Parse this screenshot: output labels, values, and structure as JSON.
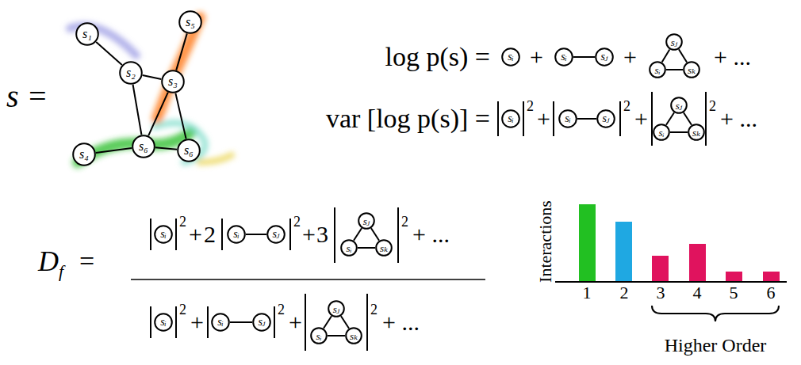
{
  "diagram": {
    "nodes": [
      {
        "text": [
          "s₁"
        ]
      },
      {
        "text": [
          "s₅"
        ]
      },
      {
        "text": [
          "s₂"
        ]
      },
      {
        "text": [
          "s₃"
        ]
      },
      {
        "text": [
          "s₄"
        ]
      },
      {
        "text": [
          "s₆"
        ]
      },
      {
        "text": [
          "s₆"
        ]
      },
      {
        "text": [
          "sᵢ"
        ]
      },
      {
        "text": [
          "sᵢ"
        ]
      },
      {
        "text": [
          "sⱼ"
        ]
      },
      {
        "text": [
          "sⱼ"
        ]
      },
      {
        "text": [
          "sᵢ"
        ]
      },
      {
        "text": [
          "sₖ"
        ]
      },
      {
        "text": [
          "sᵢ"
        ]
      },
      {
        "text": [
          "sᵢ"
        ]
      },
      {
        "text": [
          "sⱼ"
        ]
      },
      {
        "text": [
          "sⱼ"
        ]
      },
      {
        "text": [
          "sᵢ"
        ]
      },
      {
        "text": [
          "sₖ"
        ]
      },
      {
        "text": [
          "sᵢ"
        ]
      },
      {
        "text": [
          "sᵢ"
        ]
      },
      {
        "text": [
          "sⱼ"
        ]
      },
      {
        "text": [
          "sⱼ"
        ]
      },
      {
        "text": [
          "sᵢ"
        ]
      },
      {
        "text": [
          "sₖ"
        ]
      },
      {
        "text": [
          "sᵢ"
        ]
      },
      {
        "text": [
          "sᵢ"
        ]
      },
      {
        "text": [
          "sⱼ"
        ]
      },
      {
        "text": [
          "sⱼ"
        ]
      },
      {
        "text": [
          "sᵢ"
        ]
      },
      {
        "text": [
          "sₖ"
        ]
      }
    ],
    "edges": [
      {
        "from": 0,
        "to": 2,
        "arrow": "none"
      },
      {
        "from": 2,
        "to": 3,
        "arrow": "none"
      },
      {
        "from": 3,
        "to": 1,
        "arrow": "none"
      },
      {
        "from": 2,
        "to": 5,
        "arrow": "none"
      },
      {
        "from": 3,
        "to": 5,
        "arrow": "none"
      },
      {
        "from": 3,
        "to": 6,
        "arrow": "none"
      },
      {
        "from": 4,
        "to": 5,
        "arrow": "none"
      },
      {
        "from": 5,
        "to": 6,
        "arrow": "none"
      },
      {
        "from": 8,
        "to": 9,
        "arrow": "none"
      },
      {
        "from": 10,
        "to": 11,
        "arrow": "none"
      },
      {
        "from": 10,
        "to": 12,
        "arrow": "none"
      },
      {
        "from": 11,
        "to": 12,
        "arrow": "none"
      },
      {
        "from": 14,
        "to": 15,
        "arrow": "none"
      },
      {
        "from": 16,
        "to": 17,
        "arrow": "none"
      },
      {
        "from": 16,
        "to": 18,
        "arrow": "none"
      },
      {
        "from": 17,
        "to": 18,
        "arrow": "none"
      },
      {
        "from": 20,
        "to": 21,
        "arrow": "none"
      },
      {
        "from": 22,
        "to": 23,
        "arrow": "none"
      },
      {
        "from": 22,
        "to": 24,
        "arrow": "none"
      },
      {
        "from": 23,
        "to": 24,
        "arrow": "none"
      },
      {
        "from": 26,
        "to": 27,
        "arrow": "none"
      },
      {
        "from": 28,
        "to": 29,
        "arrow": "none"
      },
      {
        "from": 28,
        "to": 30,
        "arrow": "none"
      },
      {
        "from": 29,
        "to": 30,
        "arrow": "none"
      }
    ],
    "labels": [
      "s =",
      "log p(s) =",
      "+",
      "+",
      "+ ...",
      "var [log p(s)] =",
      "2",
      "+",
      "2",
      "+",
      "2",
      "+ ...",
      "D",
      "f",
      "=",
      "2",
      "+",
      "2",
      "2",
      "+",
      "3",
      "2",
      "+ ...",
      "2",
      "+",
      "2",
      "+",
      "2",
      "+ ...",
      "Interactions",
      "1",
      "2",
      "3",
      "4",
      "5",
      "6",
      "Higher Order"
    ]
  }
}
